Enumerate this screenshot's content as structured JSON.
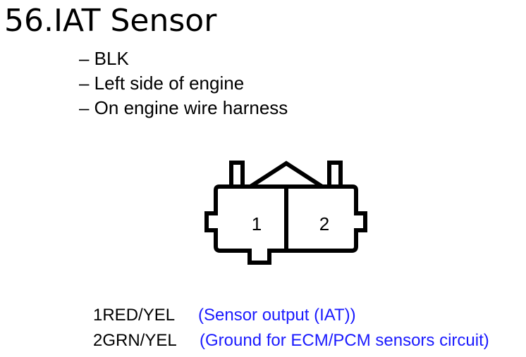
{
  "title": "56.IAT Sensor",
  "bullets": [
    "– BLK",
    "– Left side of engine",
    "– On engine wire harness"
  ],
  "connector": {
    "terminal_labels": [
      "1",
      "2"
    ]
  },
  "pins": [
    {
      "wire": "1RED/YEL",
      "description": "(Sensor output (IAT))"
    },
    {
      "wire": "2GRN/YEL",
      "description": "(Ground for ECM/PCM sensors circuit)"
    }
  ],
  "colors": {
    "text": "#000000",
    "description": "#1a1aff",
    "outline": "#000000"
  }
}
